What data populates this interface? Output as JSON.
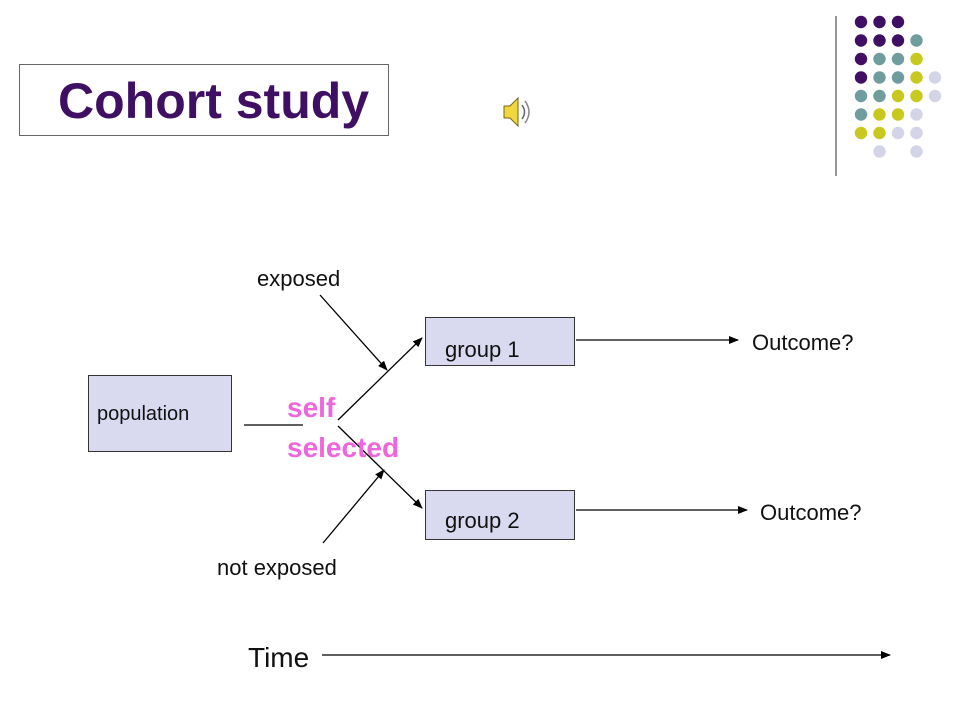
{
  "title": "Cohort study",
  "diagram": {
    "population": "population",
    "exposed": "exposed",
    "not_exposed": "not exposed",
    "self_line1": "self",
    "self_line2": "selected",
    "group1": "group 1",
    "group2": "group 2",
    "outcome1": "Outcome?",
    "outcome2": "Outcome?",
    "time": "Time"
  },
  "colors": {
    "title": "#3f0f63",
    "self_selected": "#ee66dd",
    "box_fill": "#d9d9f0",
    "dot_purple": "#3f0f63",
    "dot_teal": "#6f9c9c",
    "dot_yellow": "#c8c81e",
    "dot_lavender": "#d4d4e8"
  },
  "icons": {
    "speaker": "speaker-icon"
  }
}
